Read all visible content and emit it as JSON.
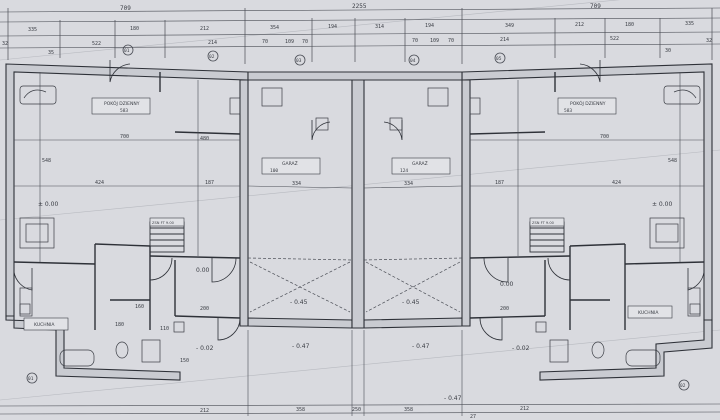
{
  "dims": {
    "top_row1": [
      "709",
      "2255",
      "709"
    ],
    "top_row2": [
      "335",
      "180",
      "212",
      "354",
      "194",
      "314",
      "194",
      "349",
      "212",
      "180",
      "335"
    ],
    "top_row3": [
      "522",
      "214",
      "70",
      "109",
      "70",
      "70",
      "109",
      "70",
      "214",
      "522"
    ],
    "top_small": [
      "32",
      "35",
      "30",
      "32"
    ],
    "bottom_row1": [
      "212",
      "358",
      "250",
      "358",
      "212"
    ],
    "bottom_row2": [
      "27"
    ],
    "inner_left": [
      "700",
      "424",
      "187",
      "334",
      "334",
      "187",
      "424",
      "700"
    ],
    "inner_vertical": [
      "548",
      "480",
      "548",
      "160",
      "180",
      "200",
      "110",
      "150",
      "200"
    ],
    "room_sizes": [
      "583",
      "583",
      "100",
      "124"
    ]
  },
  "levels": {
    "living_left": "± 0.00",
    "living_right": "± 0.00",
    "hall_left": "0.00",
    "hall_right": "0.00",
    "garage_left": "- 0.45",
    "garage_right": "- 0.45",
    "porch_left": "- 0.47",
    "porch_center": "- 0.47",
    "porch_right": "- 0.47",
    "entry_left": "- 0.02",
    "entry_right": "- 0.02"
  },
  "axis_markers": [
    "01",
    "02",
    "03",
    "04",
    "05",
    "01",
    "02"
  ],
  "room_tags": {
    "living_left": "POKÓJ DZIENNY",
    "living_right": "POKÓJ DZIENNY",
    "garage_left": "GARAŻ",
    "garage_right": "GARAŻ",
    "kitchen_left": "KUCHNIA",
    "kitchen_right": "KUCHNIA",
    "stair_left": "ZSN FT 9.00",
    "stair_right": "ZSN FT 9.00"
  },
  "colors": {
    "paper": "#d9dadf",
    "ink": "#3a3d44",
    "wall_fill": "#c9cbd1"
  }
}
